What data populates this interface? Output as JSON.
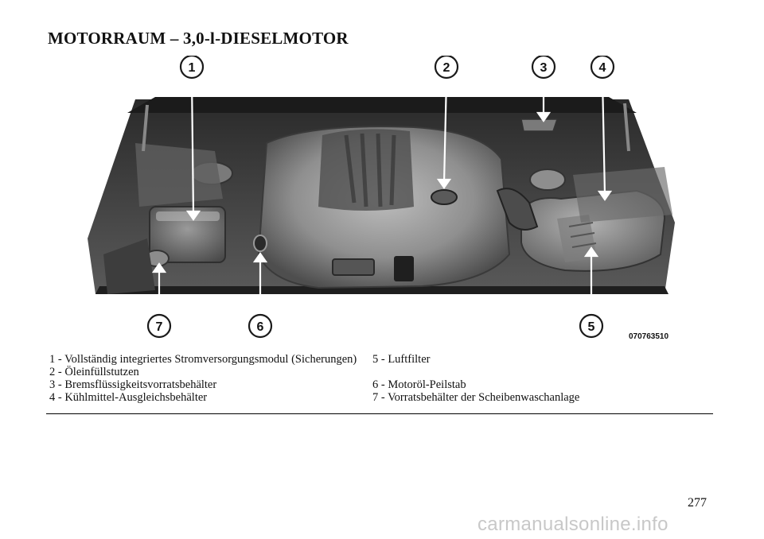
{
  "page": {
    "title": "MOTORRAUM – 3,0-l-DIESELMOTOR",
    "figure_code": "070763510",
    "page_number": "277",
    "watermark": "carmanualsonline.info"
  },
  "callouts": [
    "1",
    "2",
    "3",
    "4",
    "5",
    "6",
    "7"
  ],
  "legend": {
    "left": [
      "1 - Vollständig integriertes Stromversorgungsmodul (Sicherungen)",
      "2 - Öleinfüllstutzen",
      "3 - Bremsflüssigkeitsvorratsbehälter",
      "4 - Kühlmittel-Ausgleichsbehälter"
    ],
    "right": [
      "5 - Luftfilter",
      "6 - Motoröl-Peilstab",
      "7 - Vorratsbehälter der Scheibenwaschanlage"
    ]
  },
  "colors": {
    "engine_dark": "#2b2b2b",
    "engine_mid": "#6e6e6e",
    "engine_light": "#a9a9a9",
    "callout_ring": "#1a1a1a"
  }
}
